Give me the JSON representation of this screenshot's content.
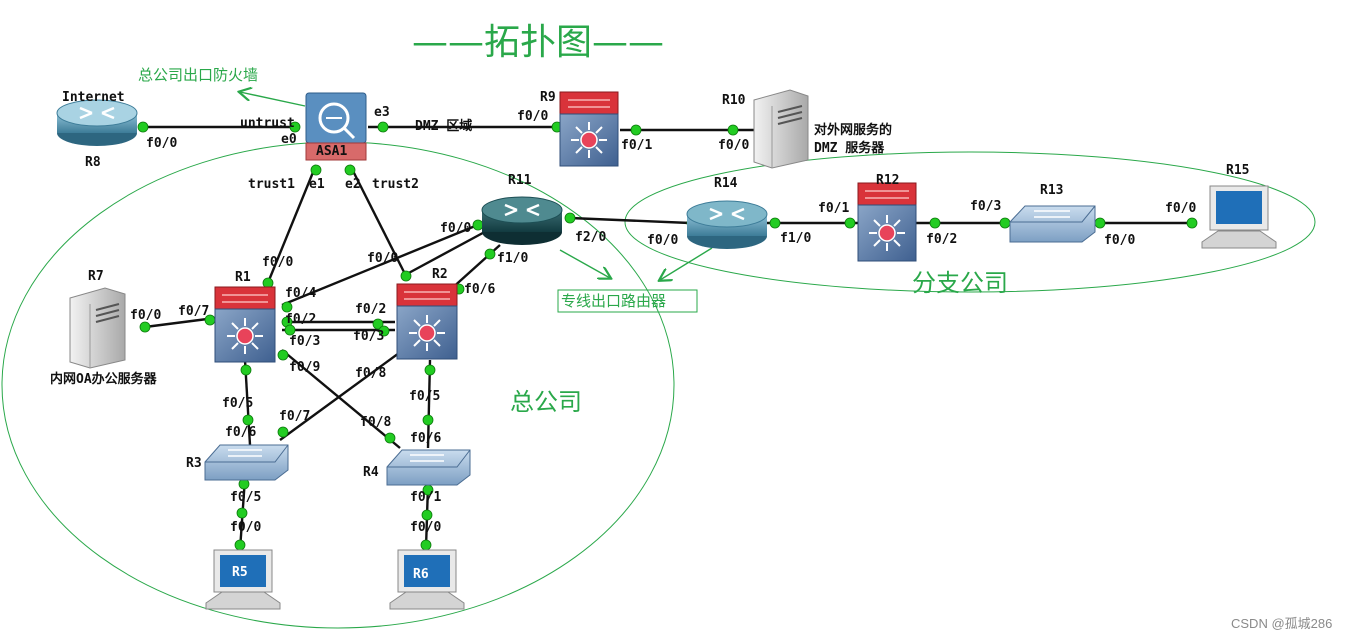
{
  "title": "——拓扑图——",
  "areas": {
    "hq": "总公司",
    "branch": "分支公司"
  },
  "notes": {
    "firewall": "总公司出口防火墙",
    "dedicated_router": "专线出口路由器"
  },
  "watermark": "CSDN @孤城286",
  "devices": {
    "r8": "R8",
    "internet": "Internet",
    "asa": "ASA1",
    "r9": "R9",
    "r10": "R10",
    "r10_desc_line1": "对外网服务的",
    "r10_desc_line2": "DMZ 服务器",
    "r11": "R11",
    "r1": "R1",
    "r2": "R2",
    "r7": "R7",
    "r7_desc": "内网OA办公服务器",
    "r3": "R3",
    "r4": "R4",
    "r5": "R5",
    "r6": "R6",
    "r14": "R14",
    "r12": "R12",
    "r13": "R13",
    "r15": "R15"
  },
  "ports": {
    "r8_f00": "f0/0",
    "untrust": "untrust",
    "e0": "e0",
    "e3": "e3",
    "dmz_zone": "DMZ 区域",
    "r9_f00": "f0/0",
    "r9_f01": "f0/1",
    "r10_f00": "f0/0",
    "trust1": "trust1",
    "e1": "e1",
    "e2": "e2",
    "trust2": "trust2",
    "r1_f00": "f0/0",
    "r2_f00": "f0/0",
    "r11_f00": "f0/0",
    "r11_f10": "f1/0",
    "r11_f20": "f2/0",
    "r1_f04": "f0/4",
    "r1_f02": "f0/2",
    "r1_f03": "f0/3",
    "r1_f07": "f0/7",
    "r1_f05": "f0/5",
    "r1_f09": "f0/9",
    "r2_f06": "f0/6",
    "r2_f02": "f0/2",
    "r2_f03": "f0/3",
    "r2_f08": "f0/8",
    "r2_f05": "f0/5",
    "r7_f00": "f0/0",
    "r3_f06": "f0/6",
    "r3_f07": "f0/7",
    "r3_f05": "f0/5",
    "r5_f00": "f0/0",
    "r4_f08": "f0/8",
    "r4_f06": "f0/6",
    "r4_f01": "f0/1",
    "r6_f00": "f0/0",
    "r14_f00": "f0/0",
    "r14_f10": "f1/0",
    "r12_f01": "f0/1",
    "r12_f02": "f0/2",
    "r13_f03": "f0/3",
    "r13_f00": "f0/0",
    "r15_f00": "f0/0"
  },
  "colors": {
    "annotation": "#2aa84a",
    "link": "#111111",
    "port": "#22cc22",
    "router": "#4e8faa",
    "l3switch_top": "#d9333a",
    "l3switch_body": "#5c7fa8",
    "firewall": "#5a8fc0"
  }
}
